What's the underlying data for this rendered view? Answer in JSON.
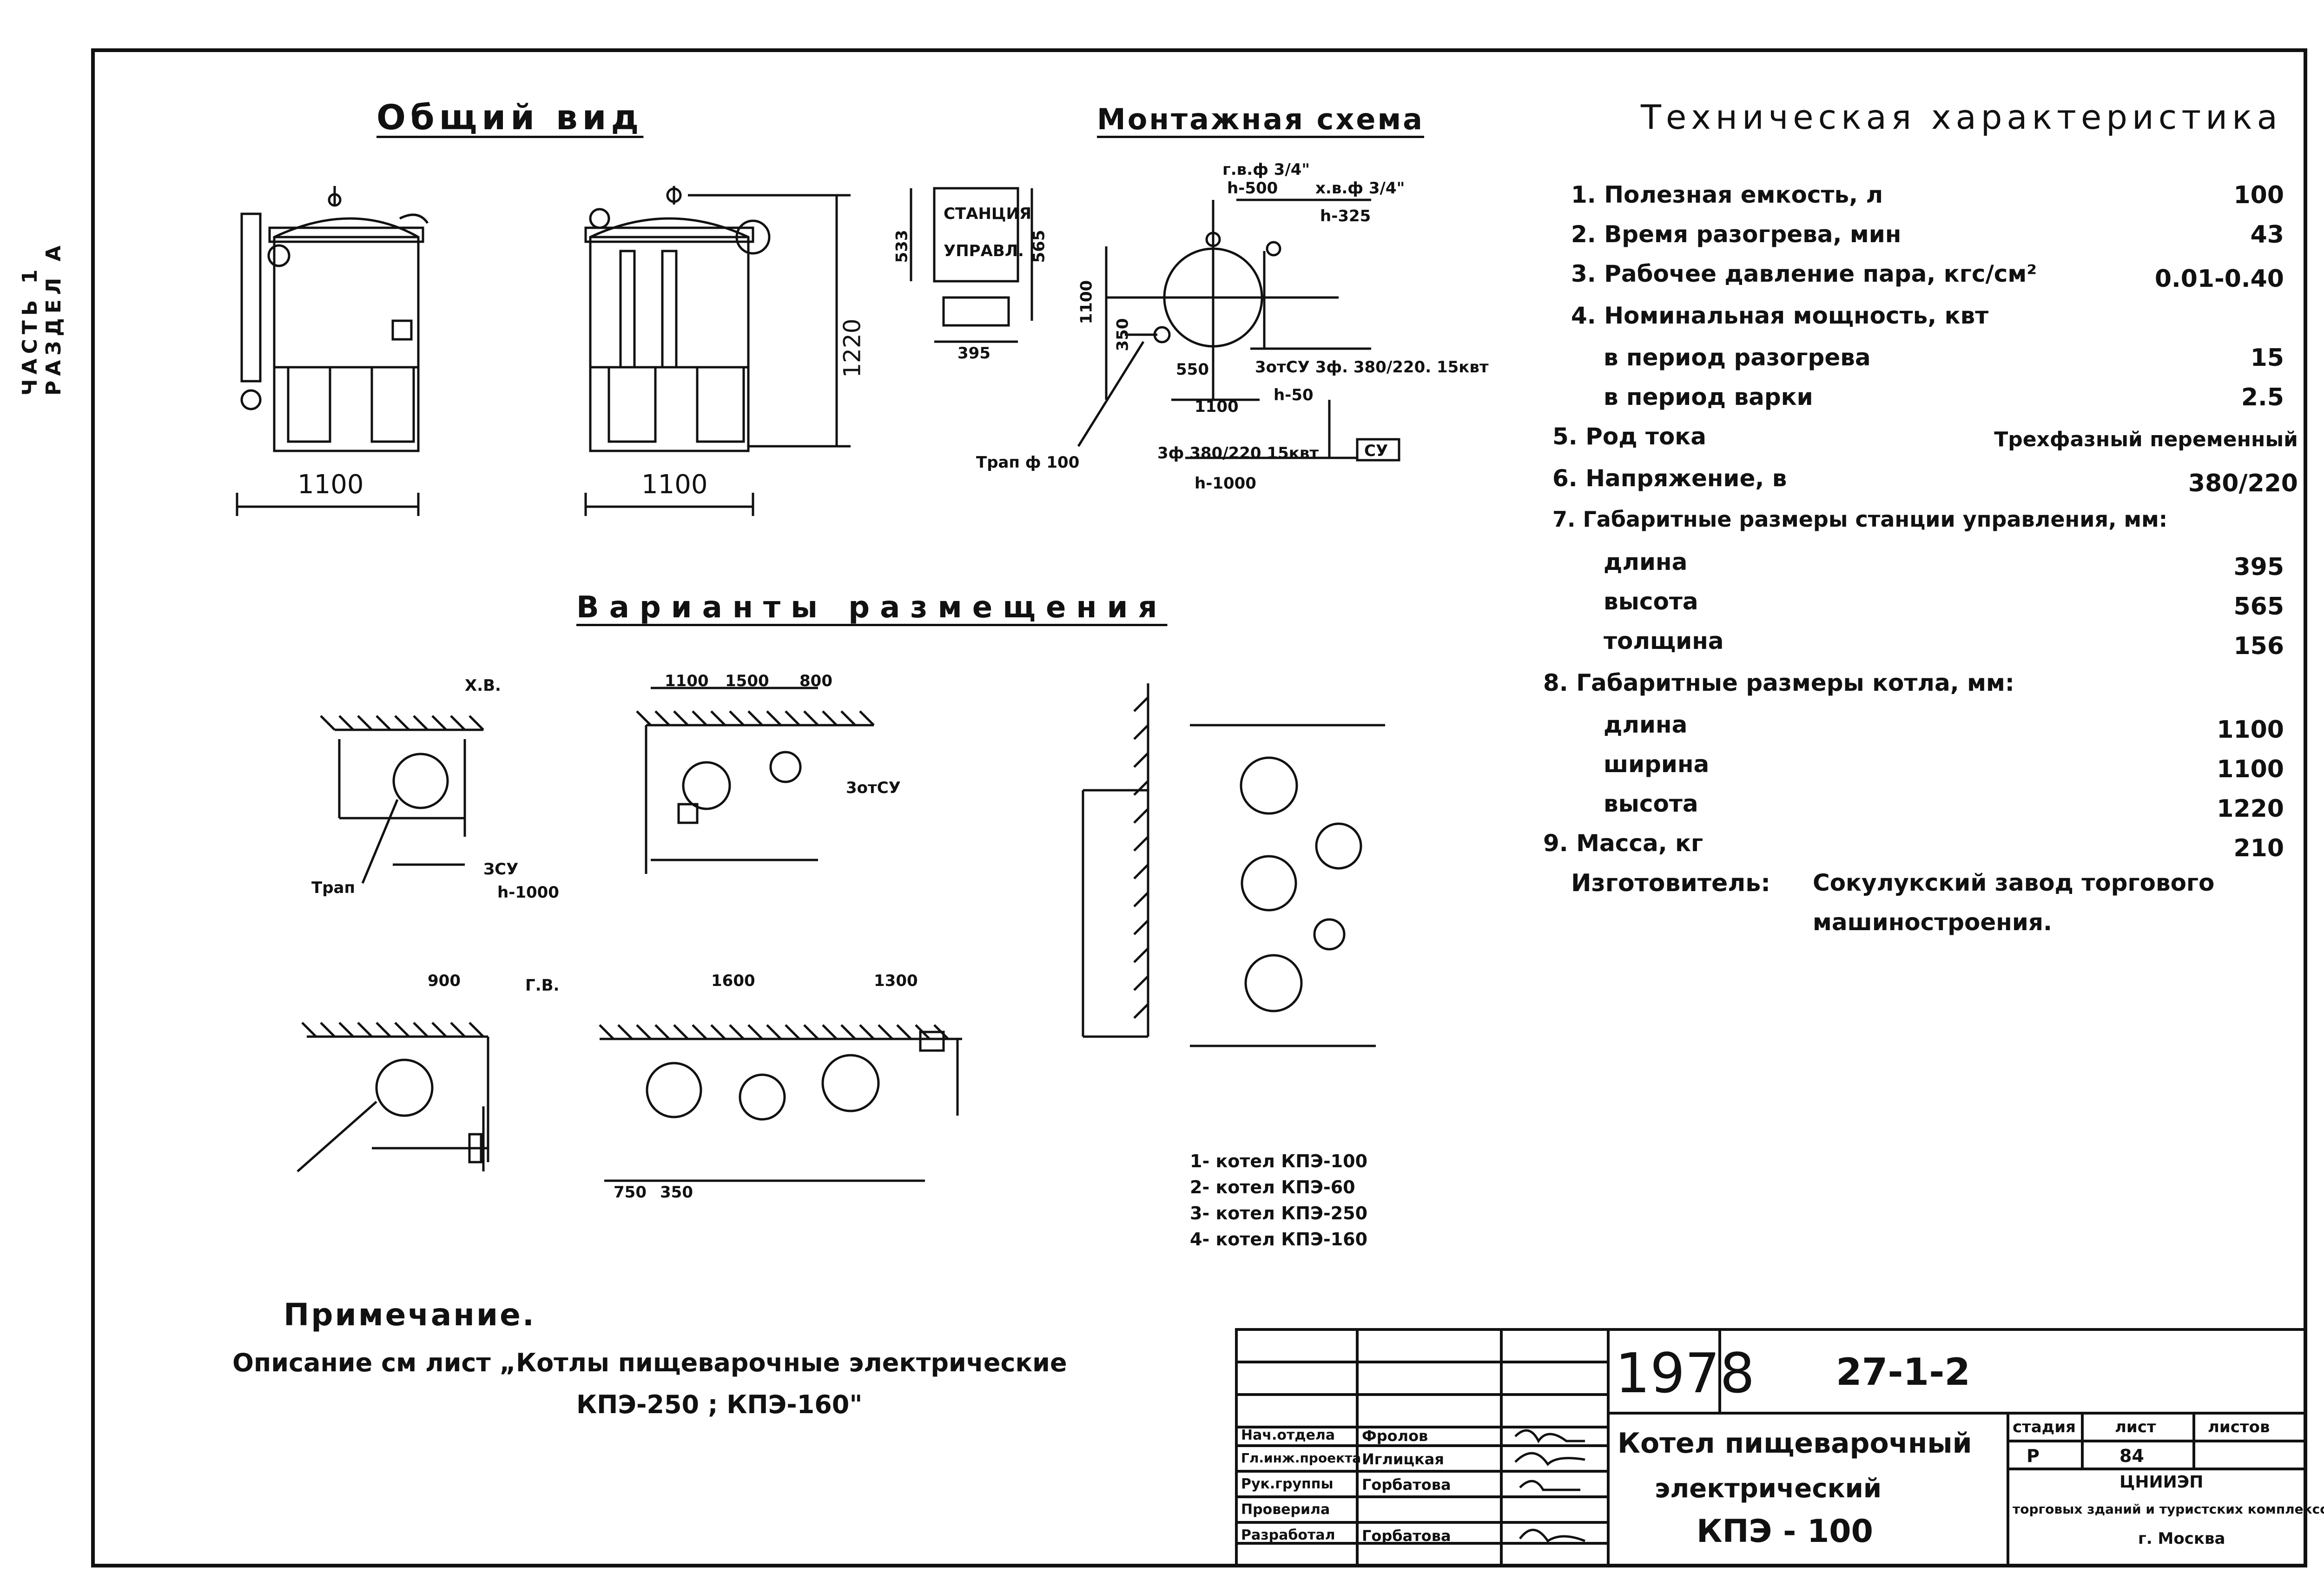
{
  "side_label": "ЧАСТЬ 1  РАЗДЕЛ А",
  "general_view": {
    "title": "Общий вид",
    "dim_width_1": "1100",
    "dim_width_2": "1100",
    "dim_height": "1220"
  },
  "mounting_scheme": {
    "title": "Монтажная схема",
    "station_label_1": "СТАНЦИЯ",
    "station_label_2": "УПРАВЛ.",
    "dim_533": "533",
    "dim_565": "565",
    "dim_395": "395",
    "label_gv": "г.в.ф 3/4\"",
    "label_h500": "h-500",
    "label_xv": "х.в.ф 3/4\"",
    "label_h325": "h-325",
    "dim_1100": "1100",
    "dim_1100_b": "1100",
    "dim_350": "350",
    "dim_550": "550",
    "label_3otsu": "3отСУ 3ф. 380/220. 15квт",
    "label_h50": "h-50",
    "label_trap": "Трап ф 100",
    "label_3f": "3ф 380/220 15квт",
    "label_h1000": "h-1000",
    "label_su": "СУ"
  },
  "placement": {
    "title": "Варианты размещения",
    "labels": [
      "3отСУ",
      "Х.В.",
      "Г.В.",
      "ЗСУ",
      "Трап",
      "h-1000",
      "1100",
      "1500",
      "800",
      "1600",
      "1300",
      "900",
      "750",
      "350"
    ],
    "legend": [
      "1- котел КПЭ-100",
      "2- котел КПЭ-60",
      "3- котел КПЭ-250",
      "4- котел КПЭ-160"
    ]
  },
  "tech": {
    "title": "Техническая характеристика",
    "rows": [
      {
        "label": "1. Полезная емкость, л",
        "value": "100"
      },
      {
        "label": "2. Время разогрева, мин",
        "value": "43"
      },
      {
        "label": "3. Рабочее давление пара, кгс/см²",
        "value": "0.01-0.40"
      },
      {
        "label": "4. Номинальная мощность, квт",
        "value": ""
      },
      {
        "label": "в период разогрева",
        "value": "15"
      },
      {
        "label": "в период варки",
        "value": "2.5"
      },
      {
        "label": "5. Род тока",
        "value": "Трехфазный переменный"
      },
      {
        "label": "6. Напряжение, в",
        "value": "380/220"
      },
      {
        "label": "7. Габаритные размеры станции управления, мм:",
        "value": ""
      },
      {
        "label": "длина",
        "value": "395"
      },
      {
        "label": "высота",
        "value": "565"
      },
      {
        "label": "толщина",
        "value": "156"
      },
      {
        "label": "8. Габаритные размеры котла, мм:",
        "value": ""
      },
      {
        "label": "длина",
        "value": "1100"
      },
      {
        "label": "ширина",
        "value": "1100"
      },
      {
        "label": "высота",
        "value": "1220"
      },
      {
        "label": "9. Масса, кг",
        "value": "210"
      }
    ],
    "manufacturer_label": "Изготовитель:",
    "manufacturer_1": "Сокулукский завод торгового",
    "manufacturer_2": "машиностроения."
  },
  "notes": {
    "title": "Примечание.",
    "line1": "Описание см лист „Котлы пищеварочные электрические",
    "line2": "КПЭ-250 ; КПЭ-160\""
  },
  "title_block": {
    "year": "1978",
    "code": "27-1-2",
    "name_1": "Котел пищеварочный",
    "name_2": "электрический",
    "name_3": "КПЭ - 100",
    "hdr_stage": "стадия",
    "hdr_sheet": "лист",
    "hdr_sheets": "листов",
    "stage": "Р",
    "sheet": "84",
    "org_1": "ЦНИИЭП",
    "org_2": "торговых зданий и туристских комплексов",
    "org_3": "г. Москва",
    "roles": [
      {
        "role": "Нач.отдела",
        "name": "Фролов"
      },
      {
        "role": "Гл.инж.проекта",
        "name": "Иглицкая"
      },
      {
        "role": "Рук.группы",
        "name": "Горбатова"
      },
      {
        "role": "Проверила",
        "name": ""
      },
      {
        "role": "Разработал",
        "name": "Горбатова"
      }
    ]
  }
}
